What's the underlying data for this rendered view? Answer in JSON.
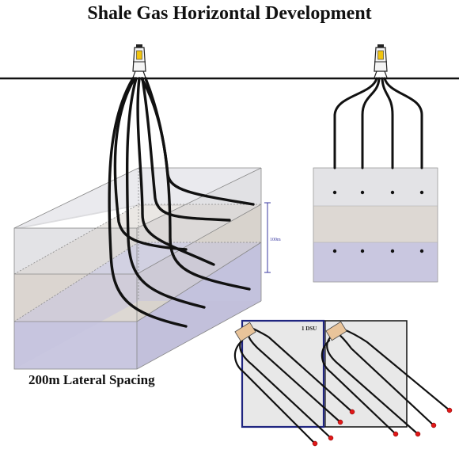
{
  "title": "Shale Gas Horizontal Development",
  "caption": "200m Lateral Spacing",
  "thickness_label": "100m",
  "dsu_label": "1 DSU",
  "colors": {
    "layer_top": "#e3e3e6",
    "layer_middle": "#ddd8d3",
    "layer_bottom": "#c9c7e0",
    "well": "#111111",
    "dimension": "#3a39a0",
    "dsu_border": "#1f2580",
    "pad": "#e9c49a",
    "toe": "#e01818"
  }
}
